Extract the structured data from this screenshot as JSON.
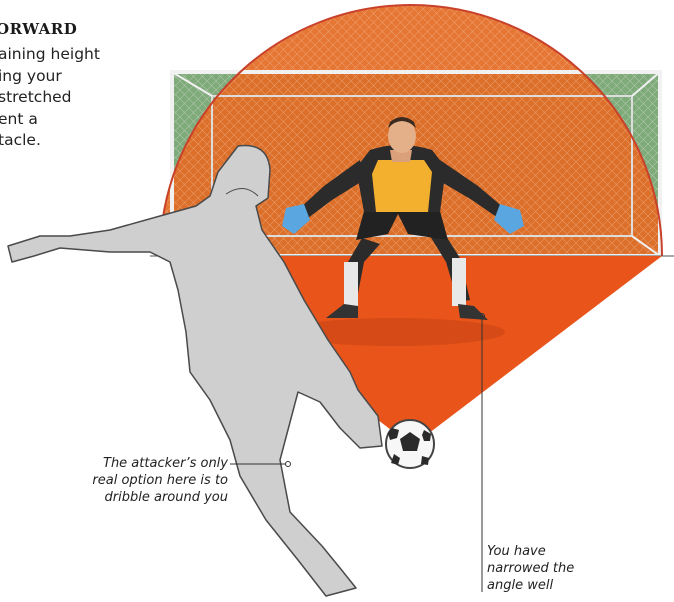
{
  "panel": {
    "heading": "ORWARD",
    "body_lines": [
      "aining height",
      "ing your",
      "stretched",
      "ent a",
      "tacle."
    ]
  },
  "callouts": {
    "attacker_lines": [
      "The attacker’s only",
      "real option here is to",
      "dribble around you"
    ],
    "angle_lines": [
      "You have",
      "narrowed the",
      "angle well"
    ]
  },
  "colors": {
    "coverage_orange": "#e8541a",
    "goal_orange": "#e46a22",
    "coverage_arc": "#c9412a",
    "net_green": "#7faa7a",
    "attacker_gray": "#cfcfcf",
    "keeper_jersey": "#2b2b2b",
    "keeper_chest": "#f2b02e",
    "keeper_gloves": "#5aa6e0"
  }
}
